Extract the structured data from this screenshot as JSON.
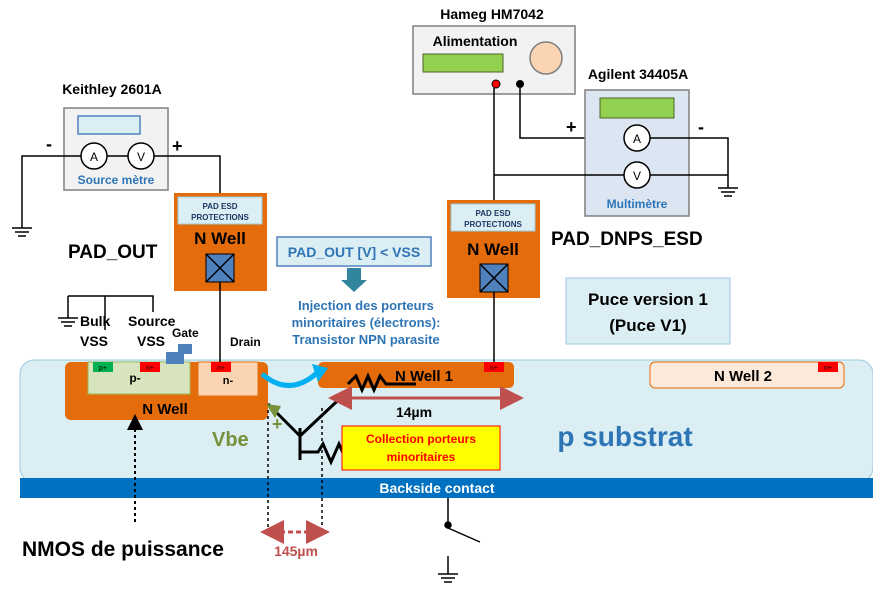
{
  "instruments": {
    "hameg": {
      "title": "Hameg HM7042",
      "label": "Alimentation"
    },
    "keithley": {
      "title": "Keithley 2601A",
      "meter_a": "A",
      "meter_v": "V",
      "label": "Source mètre",
      "minus": "-",
      "plus": "+"
    },
    "agilent": {
      "title": "Agilent 34405A",
      "meter_a": "A",
      "meter_v": "V",
      "label": "Multimètre",
      "plus": "+",
      "minus": "-"
    }
  },
  "pads": {
    "out": {
      "protection_line1": "PAD ESD",
      "protection_line2": "PROTECTIONS",
      "well": "N Well",
      "name": "PAD_OUT"
    },
    "dnps": {
      "protection_line1": "PAD ESD",
      "protection_line2": "PROTECTIONS",
      "well": "N Well",
      "name": "PAD_DNPS_ESD"
    }
  },
  "annotations": {
    "condition": "PAD_OUT [V] < VSS",
    "injection_line1": "Injection des porteurs",
    "injection_line2": "minoritaires (électrons):",
    "injection_line3": "Transistor NPN parasite",
    "chip_line1": "Puce version 1",
    "chip_line2": "(Puce V1)",
    "collection_line1": "Collection porteurs",
    "collection_line2": "minoritaires",
    "distance_well": "14µm",
    "distance_bottom": "145µm",
    "vbe": "Vbe",
    "vbe_plus": "+",
    "nmos": "NMOS de puissance"
  },
  "device": {
    "bulk": "Bulk",
    "source": "Source",
    "gate": "Gate",
    "drain": "Drain",
    "vss_bulk": "VSS",
    "vss_source": "VSS",
    "p_plus": "p+",
    "n_plus": "n+",
    "p_minus": "p-",
    "n_minus": "n-",
    "n_well": "N Well",
    "n_well_1": "N Well 1",
    "n_well_2": "N Well 2",
    "substrate": "p substrat",
    "backside": "Backside contact"
  },
  "colors": {
    "orange": "#e46c0a",
    "blue_label": "#2e75b6",
    "substrate_fill": "#dbeef4",
    "backside_fill": "#0070c0",
    "arrow_blue": "#00b0f0",
    "dim_red": "#c0504d",
    "vbe_green": "#76923c",
    "collection_fill": "#ffff00",
    "collection_text": "#ff0000"
  }
}
